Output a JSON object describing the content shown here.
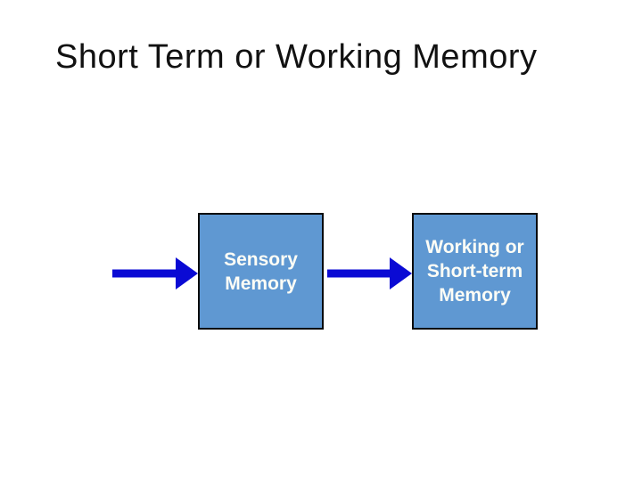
{
  "title": "Short Term or Working Memory",
  "diagram": {
    "boxes": [
      {
        "id": "sensory-memory",
        "label": "Sensory\nMemory"
      },
      {
        "id": "working-short-term-memory",
        "label": "Working or\nShort-term\nMemory"
      }
    ],
    "arrows": [
      {
        "name": "arrow-right-icon",
        "direction": "right",
        "points_to": "sensory-memory"
      },
      {
        "name": "arrow-right-icon",
        "direction": "right",
        "points_to": "working-short-term-memory"
      }
    ]
  },
  "colors": {
    "background": "#ffffff",
    "title": "#111111",
    "box_fill": "#5F98D2",
    "box_border": "#0a0a0a",
    "box_text": "#fdfdf6",
    "arrow": "#0a0ad4"
  }
}
